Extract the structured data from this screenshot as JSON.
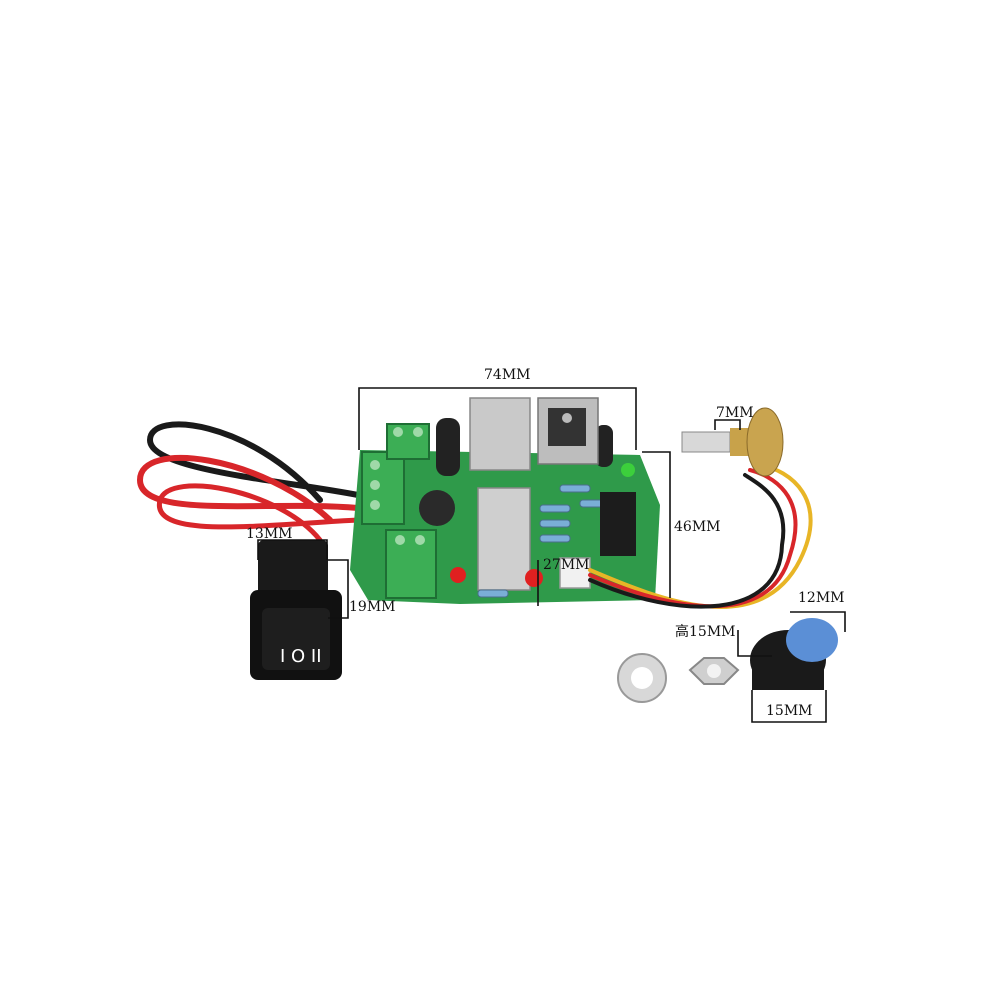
{
  "background_color": "#ffffff",
  "colors": {
    "pcb": "#2f9a4a",
    "terminal": "#3cae55",
    "heatsink": "#c9c9c9",
    "knob_cap": "#5b8fd6",
    "wire_red": "#d8262a",
    "wire_black": "#1a1a1a",
    "wire_yellow": "#e8b526",
    "led_red": "#e02020",
    "led_green": "#3ccf3c"
  },
  "dimensions": {
    "board_width": "74MM",
    "board_height": "46MM",
    "heatsink_height": "27MM",
    "switch_width": "13MM",
    "switch_height": "19MM",
    "pot_shaft": "7MM",
    "knob_top": "12MM",
    "knob_height": "高15MM",
    "knob_width": "15MM"
  }
}
